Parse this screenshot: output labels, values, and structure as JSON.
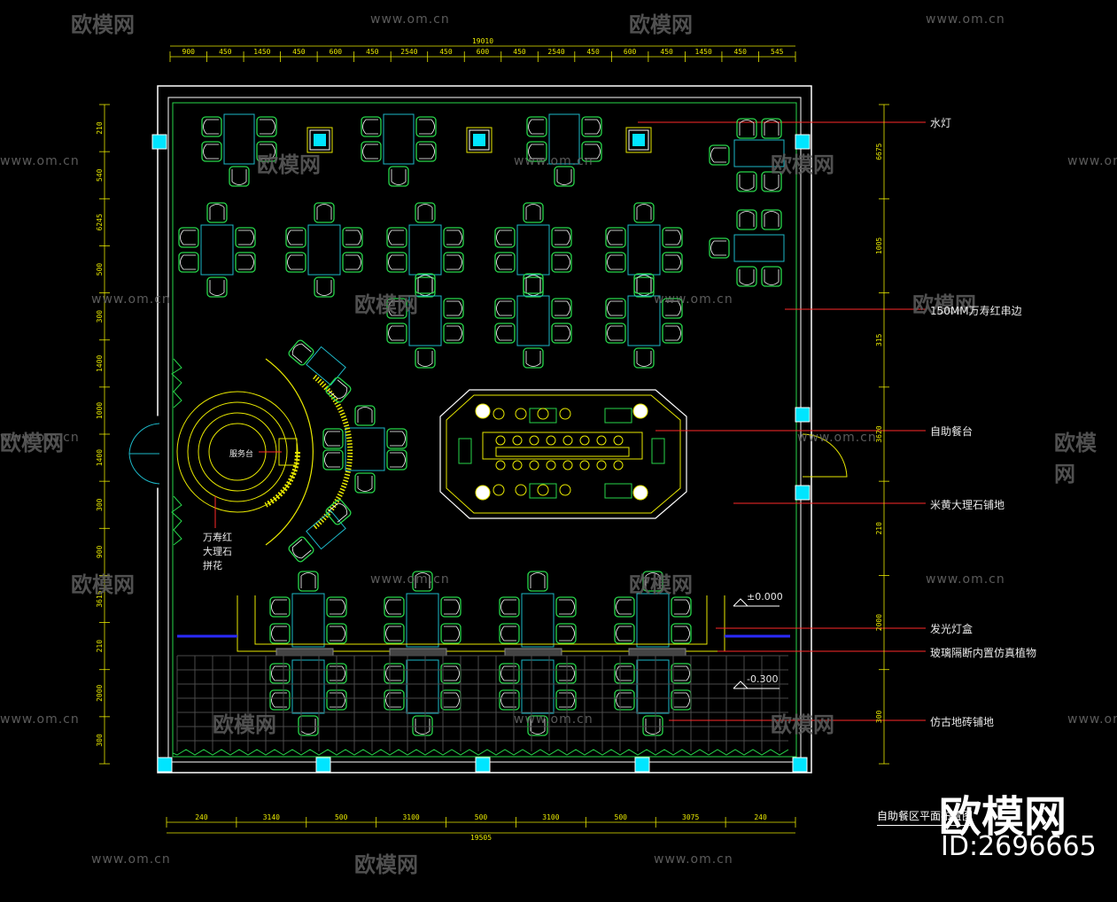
{
  "watermarks": {
    "site": "www.om.cn",
    "brand": "欧模网"
  },
  "brand_logo": {
    "text": "欧模网",
    "id": "ID:2696665"
  },
  "drawing_title": "自助餐区平面布置图",
  "annotations": {
    "water_lamp": "水灯",
    "red_marble_edge": "150MM万寿红串边",
    "buffet_counter": "自助餐台",
    "beige_marble_floor": "米黄大理石铺地",
    "light_box": "发光灯盒",
    "glass_partition": "玻璃隔断内置仿真植物",
    "antique_tile_floor": "仿古地砖铺地",
    "service_desk": "服务台",
    "red_marble_mosaic_1": "万寿红",
    "red_marble_mosaic_2": "大理石",
    "red_marble_mosaic_3": "拼花",
    "level_0": "±0.000",
    "level_minus": "-0.300"
  },
  "dimensions": {
    "top_total": "19010",
    "top": [
      "900",
      "450",
      "1450",
      "450",
      "600",
      "450",
      "2540",
      "450",
      "600",
      "450",
      "2540",
      "450",
      "600",
      "450",
      "1450",
      "450",
      "545"
    ],
    "bottom_total": "19505",
    "bottom": [
      "240",
      "3140",
      "500",
      "3100",
      "500",
      "3100",
      "500",
      "3075",
      "240"
    ],
    "left": [
      "210",
      "540",
      "6245",
      "500",
      "300",
      "1400",
      "1000",
      "1400",
      "300",
      "900",
      "3615",
      "210",
      "2000",
      "300"
    ],
    "right": [
      "6675",
      "1005",
      "315",
      "3620",
      "210",
      "2000",
      "300"
    ]
  },
  "colors": {
    "chair": "#27d64a",
    "table": "#1db9c9",
    "wall": "#ffffff",
    "dimension": "#e8e800",
    "leader": "#ff2a2a",
    "column": "#00e5ff",
    "partition": "#2a2aff"
  }
}
